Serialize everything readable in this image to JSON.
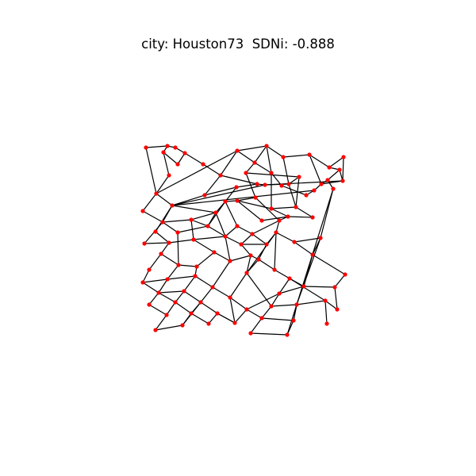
{
  "figure": {
    "title": "city: Houston73  SDNi: -0.888"
  },
  "colors": {
    "background": "#ffffff",
    "edge": "#000000",
    "node": "#ff0000"
  },
  "chart_data": {
    "type": "network",
    "title": "city: Houston73  SDNi: -0.888",
    "city": "Houston73",
    "SDNi": -0.888,
    "axes_visible": false
  }
}
